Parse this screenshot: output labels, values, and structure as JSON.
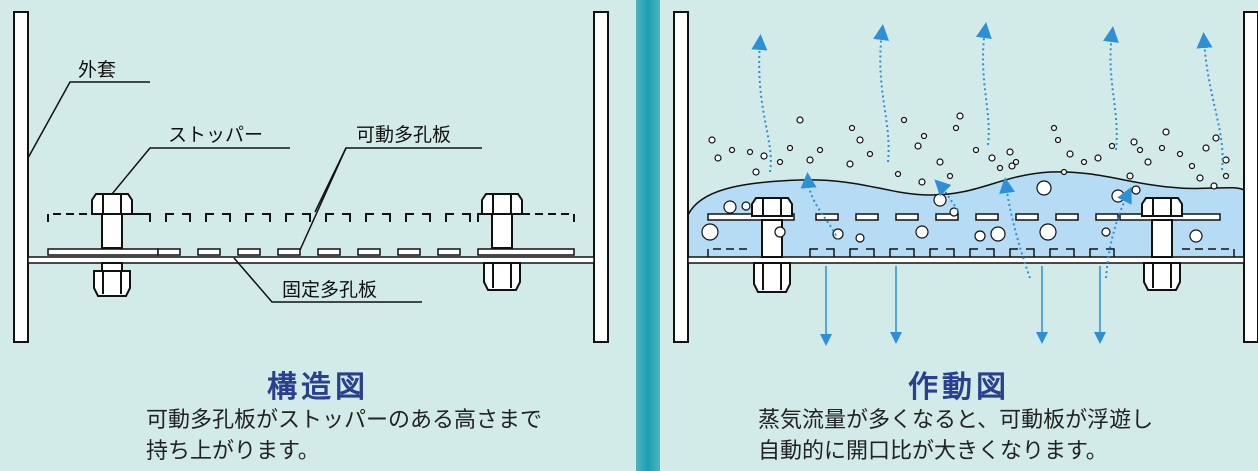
{
  "left": {
    "title": "構造図",
    "body": [
      "可動多孔板がストッパーのある高さまで",
      "持ち上がります。"
    ],
    "labels": {
      "outer_shell": "外套",
      "stopper": "ストッパー",
      "movable_plate": "可動多孔板",
      "fixed_plate": "固定多孔板"
    }
  },
  "right": {
    "title": "作動図",
    "body": [
      "蒸気流量が多くなると、可動板が浮遊し",
      "自動的に開口比が大きくなります。"
    ]
  },
  "colors": {
    "title": "#2a3f8f",
    "liquid": "#b6dcf5",
    "arrow": "#2d8fd6",
    "divider": "#1aa0b2",
    "background": "#d3ebe8"
  }
}
